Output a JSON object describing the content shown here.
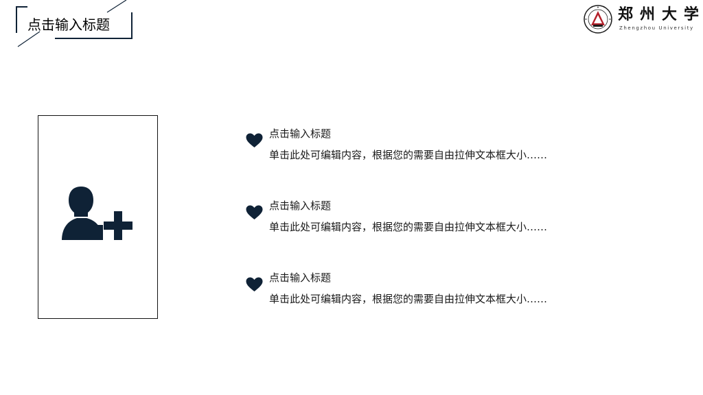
{
  "header": {
    "title": "点击输入标题"
  },
  "logo": {
    "name_cn": "郑州大学",
    "name_en": "Zhengzhou University",
    "icon": "university-seal-icon"
  },
  "photo_placeholder": {
    "icon": "add-user-icon"
  },
  "items": [
    {
      "title": "点击输入标题",
      "body": "单击此处可编辑内容，根据您的需要自由拉伸文本框大小……",
      "icon": "heart-icon"
    },
    {
      "title": "点击输入标题",
      "body": "单击此处可编辑内容，根据您的需要自由拉伸文本框大小……",
      "icon": "heart-icon"
    },
    {
      "title": "点击输入标题",
      "body": "单击此处可编辑内容，根据您的需要自由拉伸文本框大小……",
      "icon": "heart-icon"
    }
  ],
  "colors": {
    "accent": "#0f2236",
    "text": "#1a1a1a",
    "seal_red": "#b3202a"
  }
}
